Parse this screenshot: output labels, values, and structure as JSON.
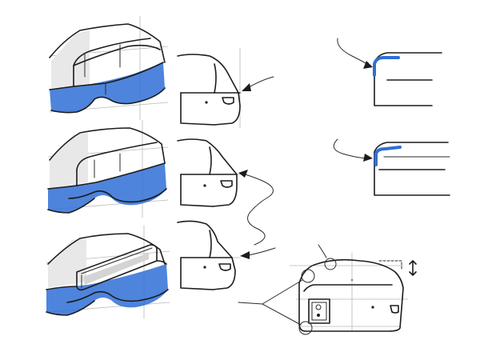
{
  "sheet": {
    "background": "#ffffff",
    "ink_color": "#1c1c1c",
    "marker_color": "#2f6fd6",
    "construction_color": "#b9b9b9"
  },
  "sketches": {
    "perspective_views": [
      "bumper-strip-variant",
      "bumper-tray-variant",
      "open-drawer-variant"
    ],
    "side_profiles": [
      "profile-a",
      "profile-b",
      "profile-c"
    ],
    "section_details": [
      "corner-section-a",
      "corner-section-b"
    ],
    "rear_view": "rear-view-with-callouts"
  }
}
